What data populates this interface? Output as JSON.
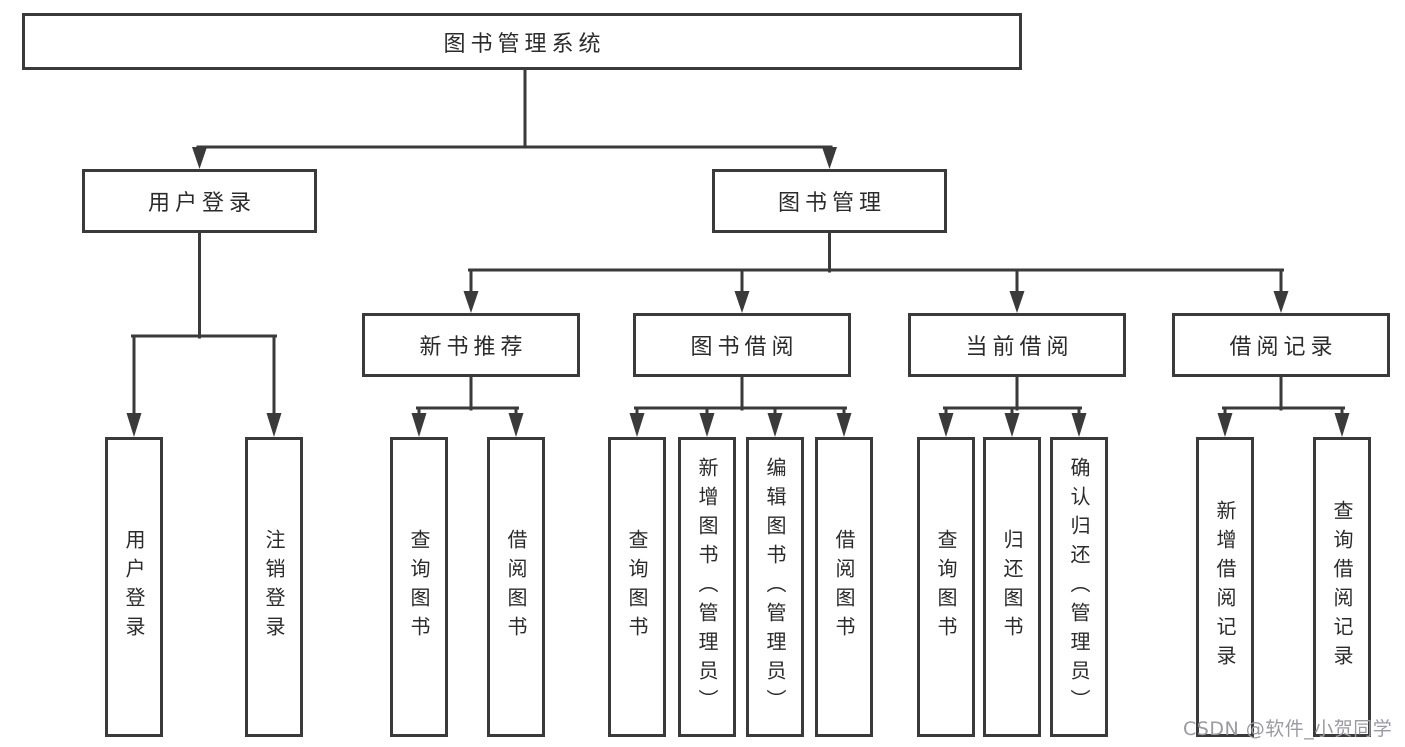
{
  "tree": {
    "root": {
      "label": "图书管理系统",
      "children": [
        {
          "label": "用户登录",
          "children": [
            {
              "label": "用户登录"
            },
            {
              "label": "注销登录"
            }
          ]
        },
        {
          "label": "图书管理",
          "children": [
            {
              "label": "新书推荐",
              "children": [
                {
                  "label": "查询图书"
                },
                {
                  "label": "借阅图书"
                }
              ]
            },
            {
              "label": "图书借阅",
              "children": [
                {
                  "label": "查询图书"
                },
                {
                  "label": "新增图书（管理员）"
                },
                {
                  "label": "编辑图书（管理员）"
                },
                {
                  "label": "借阅图书"
                }
              ]
            },
            {
              "label": "当前借阅",
              "children": [
                {
                  "label": "查询图书"
                },
                {
                  "label": "归还图书"
                },
                {
                  "label": "确认归还（管理员）"
                }
              ]
            },
            {
              "label": "借阅记录",
              "children": [
                {
                  "label": "新增借阅记录"
                },
                {
                  "label": "查询借阅记录"
                }
              ]
            }
          ]
        }
      ]
    }
  },
  "watermark": "CSDN @软件_小贺同学",
  "colors": {
    "line": "#3a3a3a",
    "text": "#2b2b2b",
    "watermark": "#9a9aa2",
    "background": "#ffffff"
  }
}
